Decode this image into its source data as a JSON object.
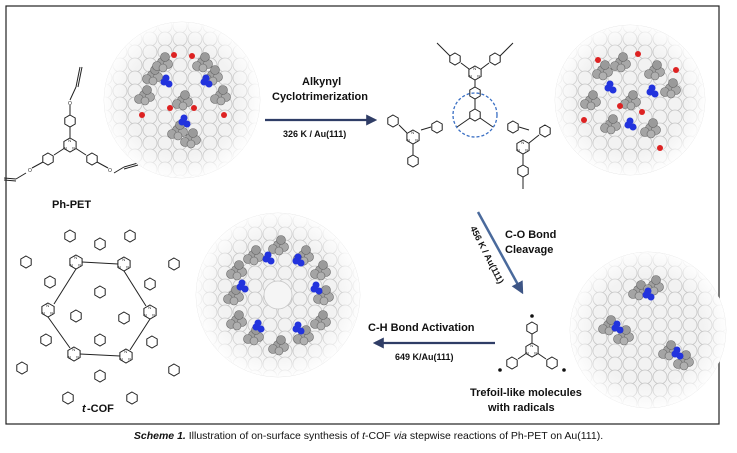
{
  "labels": {
    "ph_pet": "Ph-PET",
    "alkynyl_line1": "Alkynyl",
    "alkynyl_line2": "Cyclotrimerization",
    "cond1": "326 K / Au(111)",
    "co_line1": "C-O Bond",
    "co_line2": "Cleavage",
    "cond2": "456 K / Au(111)",
    "ch_title": "C-H Bond Activation",
    "cond3": "649 K/Au(111)",
    "trefoil_line1": "Trefoil-like molecules",
    "trefoil_line2": "with radicals",
    "tcof_t": "t",
    "tcof_rest": "-COF"
  },
  "caption": {
    "scheme": "Scheme 1.",
    "part1": " Illustration of on-surface synthesis of ",
    "t": "t",
    "part2": "-COF ",
    "via": "via",
    "part3": " stepwise reactions of Ph-PET on Au(111)."
  },
  "colors": {
    "arrow": "#2f3d66",
    "arrow_diag": "#4a6a9c",
    "au_fill": "#f2f2f2",
    "au_stroke": "#c9c9c9",
    "nitrogen": "#2233dd",
    "oxygen": "#dd2222",
    "carbon": "#9a9a9a",
    "dashed_circle": "#3a6fc4"
  }
}
